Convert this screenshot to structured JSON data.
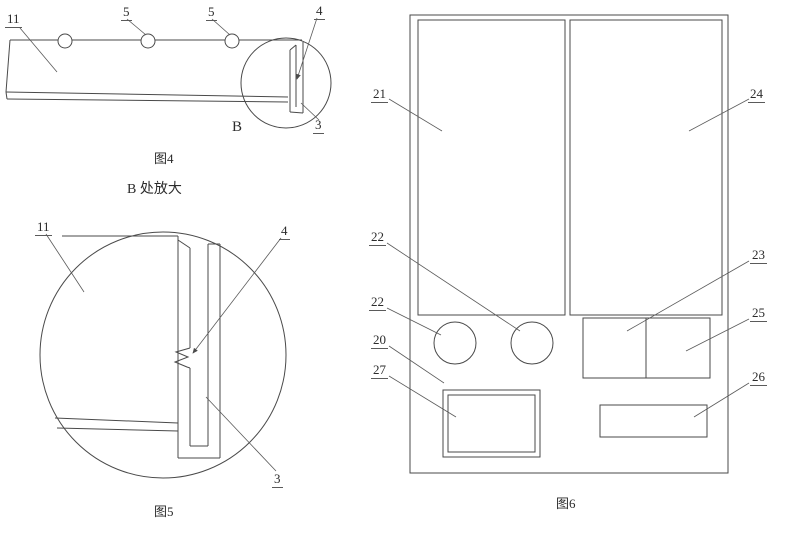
{
  "fig4": {
    "caption": "图4",
    "detail_marker": "B",
    "labels": {
      "n11": "11",
      "n5a": "5",
      "n5b": "5",
      "n4": "4",
      "n3": "3"
    }
  },
  "fig5": {
    "title": "B 处放大",
    "caption": "图5",
    "labels": {
      "n11": "11",
      "n4": "4",
      "n3": "3"
    }
  },
  "fig6": {
    "caption": "图6",
    "labels": {
      "n21": "21",
      "n24": "24",
      "n22a": "22",
      "n22b": "22",
      "n23": "23",
      "n25": "25",
      "n20": "20",
      "n27": "27",
      "n26": "26"
    }
  },
  "style": {
    "line_color": "#4a4a4a",
    "text_color": "#2b2b2b"
  }
}
